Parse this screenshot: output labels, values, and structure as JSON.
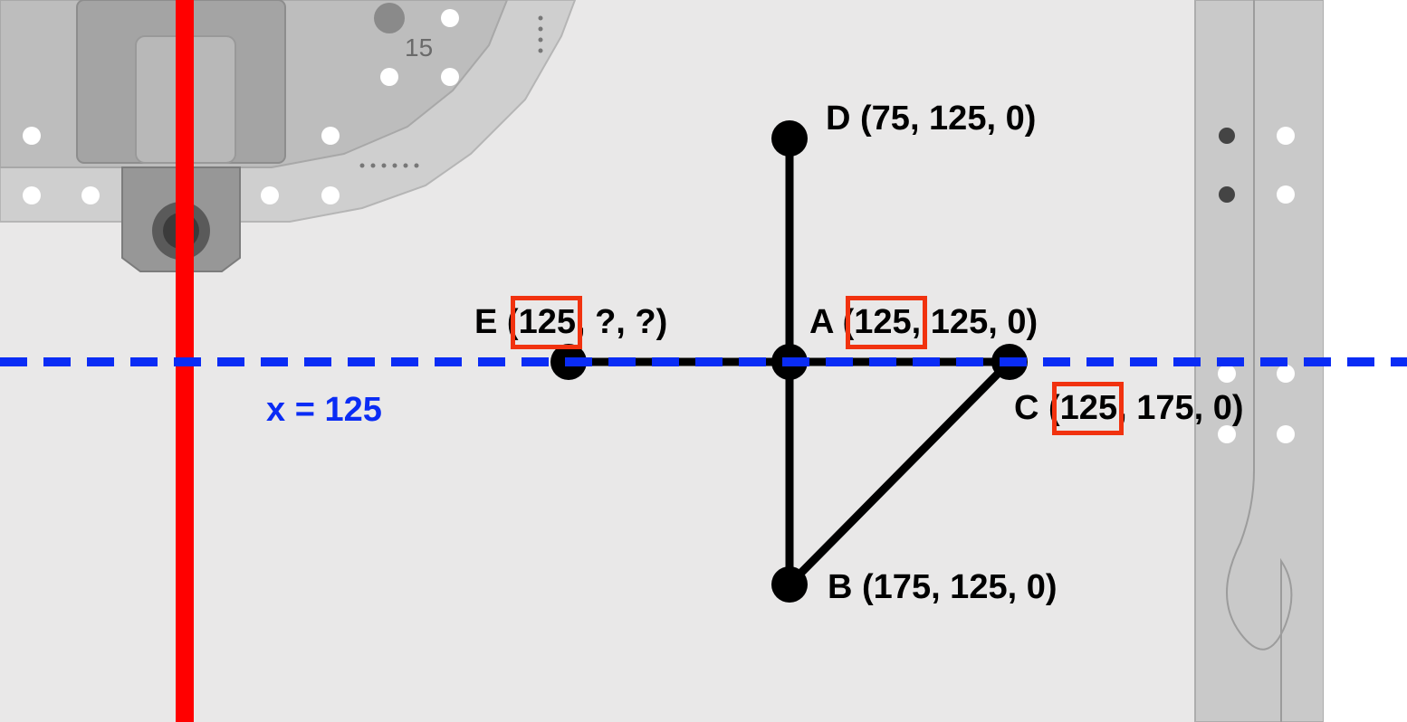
{
  "line_label": "x = 125",
  "points": {
    "A": {
      "name": "A",
      "x": "125,",
      "rest": "125, 0)"
    },
    "B": {
      "name": "B",
      "coords": "(175, 125, 0)"
    },
    "C": {
      "name": "C",
      "x": "125",
      "rest": ", 175, 0)"
    },
    "D": {
      "name": "D",
      "coords": "(75, 125, 0)"
    },
    "E": {
      "name": "E",
      "x": "125",
      "rest": ", ?, ?)"
    }
  },
  "device_marking": "15",
  "colors": {
    "background": "#e9e8e8",
    "plane_line": "#0a2cf5",
    "axis_line": "#ff0000",
    "highlight_box": "#f1320f",
    "edges": "#000000"
  }
}
